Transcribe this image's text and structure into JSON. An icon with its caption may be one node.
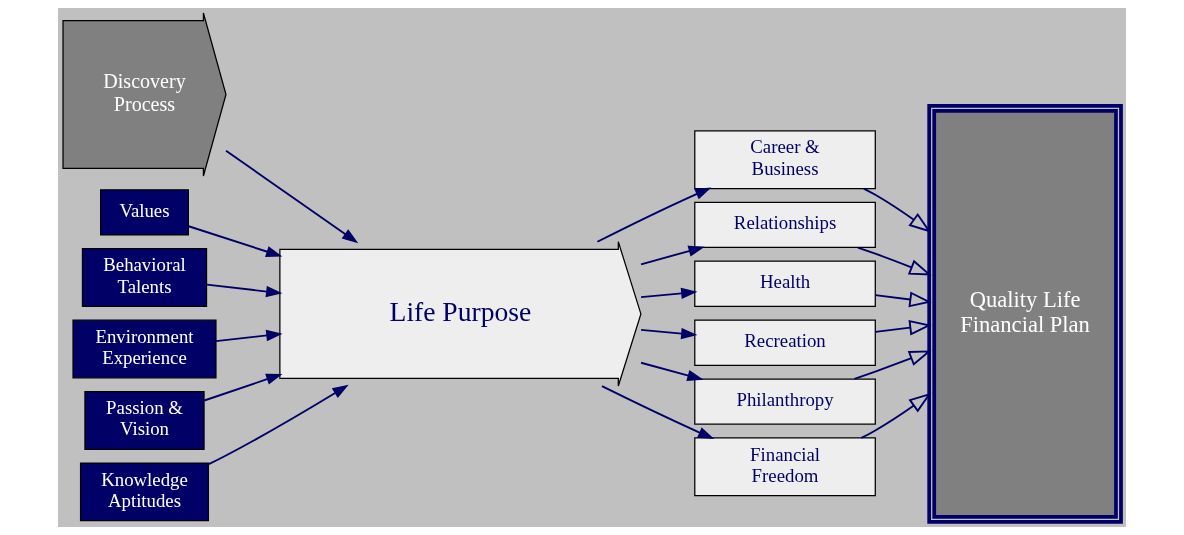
{
  "diagram": {
    "nodes": [
      {
        "text": [
          "Discovery Process"
        ]
      },
      {
        "text": [
          "Values"
        ]
      },
      {
        "text": [
          "Behavioral Talents"
        ]
      },
      {
        "text": [
          "Environment Experience"
        ]
      },
      {
        "text": [
          "Life Purpose"
        ]
      },
      {
        "text": [
          "Passion & Vision"
        ]
      },
      {
        "text": [
          "Knowledge Aptitudes"
        ]
      },
      {
        "text": [
          "Career & Business"
        ]
      },
      {
        "text": [
          "Relationships"
        ]
      },
      {
        "text": [
          "Health"
        ]
      },
      {
        "text": [
          "Recreation"
        ]
      },
      {
        "text": [
          "Philanthropy"
        ]
      },
      {
        "text": [
          "Financial Freedom"
        ]
      },
      {
        "text": [
          "Quality Life Financial Plan"
        ]
      }
    ],
    "edges": [
      {
        "from": 0,
        "to": 4,
        "arrow": "to"
      },
      {
        "from": 1,
        "to": 4,
        "arrow": "to"
      },
      {
        "from": 2,
        "to": 4,
        "arrow": "to"
      },
      {
        "from": 3,
        "to": 4,
        "arrow": "to"
      },
      {
        "from": 5,
        "to": 4,
        "arrow": "to"
      },
      {
        "from": 6,
        "to": 4,
        "arrow": "to"
      },
      {
        "from": 4,
        "to": 7,
        "arrow": "to"
      },
      {
        "from": 4,
        "to": 8,
        "arrow": "to"
      },
      {
        "from": 4,
        "to": 9,
        "arrow": "to"
      },
      {
        "from": 4,
        "to": 10,
        "arrow": "to"
      },
      {
        "from": 4,
        "to": 11,
        "arrow": "to"
      },
      {
        "from": 4,
        "to": 12,
        "arrow": "to"
      },
      {
        "from": 7,
        "to": 13,
        "arrow": "to"
      },
      {
        "from": 8,
        "to": 13,
        "arrow": "to"
      },
      {
        "from": 9,
        "to": 13,
        "arrow": "to"
      },
      {
        "from": 10,
        "to": 13,
        "arrow": "to"
      },
      {
        "from": 11,
        "to": 13,
        "arrow": "to"
      },
      {
        "from": 12,
        "to": 13,
        "arrow": "to"
      }
    ]
  }
}
